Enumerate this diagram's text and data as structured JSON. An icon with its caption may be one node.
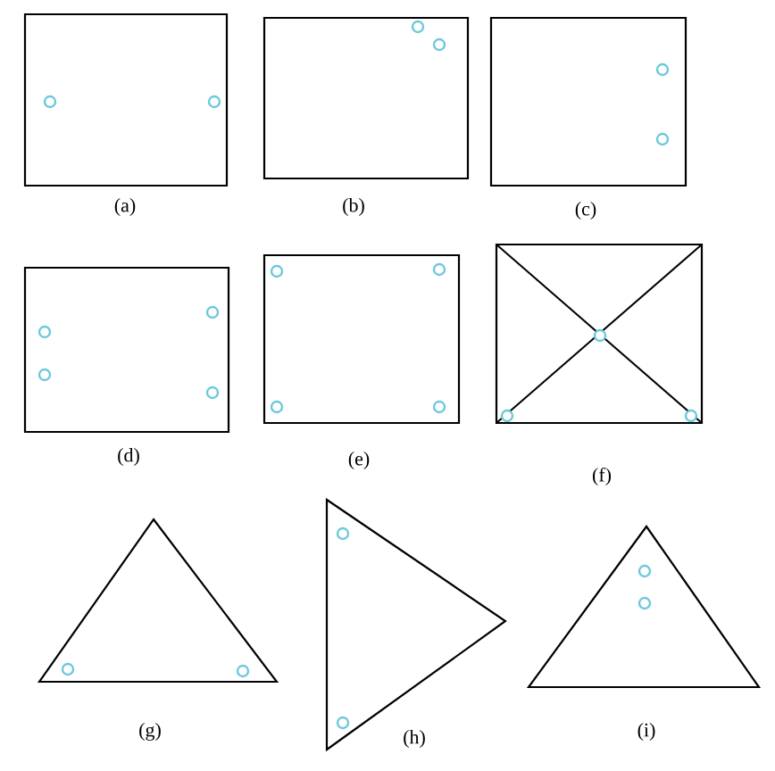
{
  "diagram": {
    "nodes": [
      {
        "text": [],
        "shape": "box",
        "beside": [
          "(a)"
        ]
      },
      {
        "text": [],
        "shape": "box",
        "beside": [
          "(b)"
        ]
      },
      {
        "text": [],
        "shape": "box",
        "beside": [
          "(c)"
        ]
      },
      {
        "text": [],
        "shape": "box",
        "beside": [
          "(d)"
        ]
      },
      {
        "text": [],
        "shape": "box",
        "beside": [
          "(e)"
        ]
      },
      {
        "text": [],
        "shape": "box",
        "beside": [
          "(f)"
        ]
      },
      {
        "text": [],
        "shape": "triangle",
        "beside": [
          "(g)"
        ]
      },
      {
        "text": [],
        "shape": "triangle",
        "beside": [
          "(h)"
        ]
      },
      {
        "text": [],
        "shape": "triangle",
        "beside": [
          "(i)"
        ]
      }
    ]
  }
}
